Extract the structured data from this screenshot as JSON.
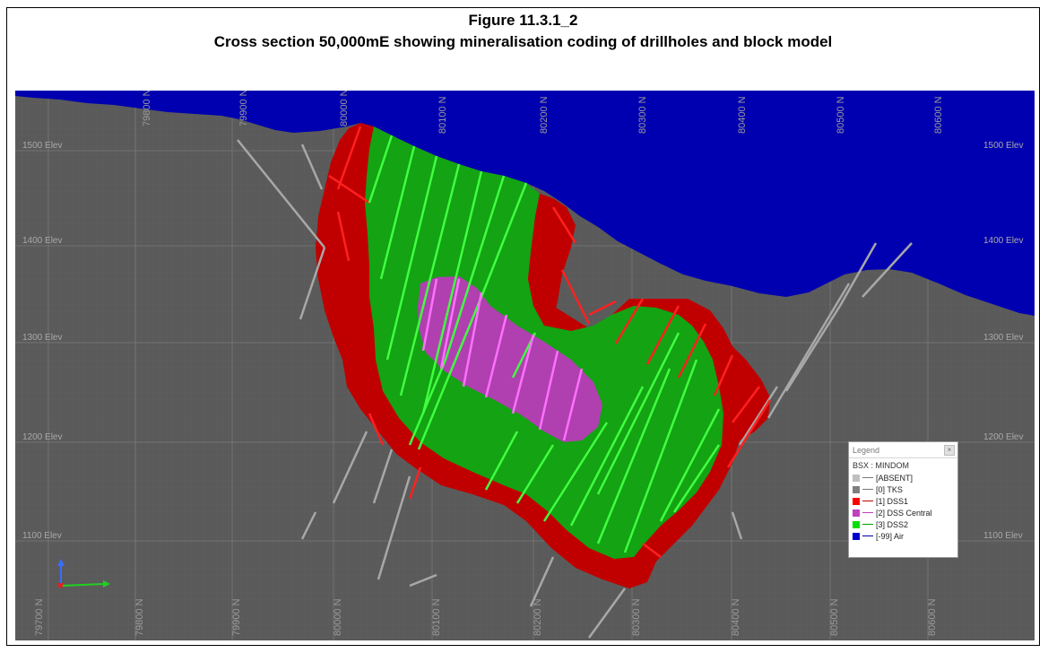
{
  "figure": {
    "number": "Figure 11.3.1_2",
    "caption": "Cross section 50,000mE showing mineralisation coding of drillholes and block model"
  },
  "section": {
    "elevation_labels": [
      "1500 Elev",
      "1400 Elev",
      "1300 Elev",
      "1200 Elev",
      "1100 Elev",
      "1500 Elev",
      "1400 Elev",
      "1300 Elev",
      "1200 Elev",
      "1100 Elev"
    ],
    "northing_labels": [
      "79700 N",
      "79800 N",
      "79900 N",
      "80000 N",
      "80100 N",
      "80200 N",
      "80300 N",
      "80400 N",
      "80500 N",
      "80600 N"
    ]
  },
  "legend": {
    "title": "Legend",
    "close_icon": "×",
    "field": "BSX : MINDOM",
    "items": [
      {
        "label": "[ABSENT]",
        "color": "#bfbfbf"
      },
      {
        "label": "[0] TKS",
        "color": "#7f7f7f"
      },
      {
        "label": "[1] DSS1",
        "color": "#ff0000"
      },
      {
        "label": "[2] DSS Central",
        "color": "#c040c0"
      },
      {
        "label": "[3] DSS2",
        "color": "#00e000"
      },
      {
        "label": "[-99] Air",
        "color": "#0000cc"
      }
    ]
  },
  "colors": {
    "air": "#0000b0",
    "rock": "#5a5a5a",
    "dss1": "#c00000",
    "dss2": "#13a313",
    "dss_central": "#b040b0",
    "drill_grey": "#a8a8a8",
    "drill_red": "#ff2020",
    "drill_green": "#40ff40",
    "drill_magenta": "#ff70ff"
  }
}
